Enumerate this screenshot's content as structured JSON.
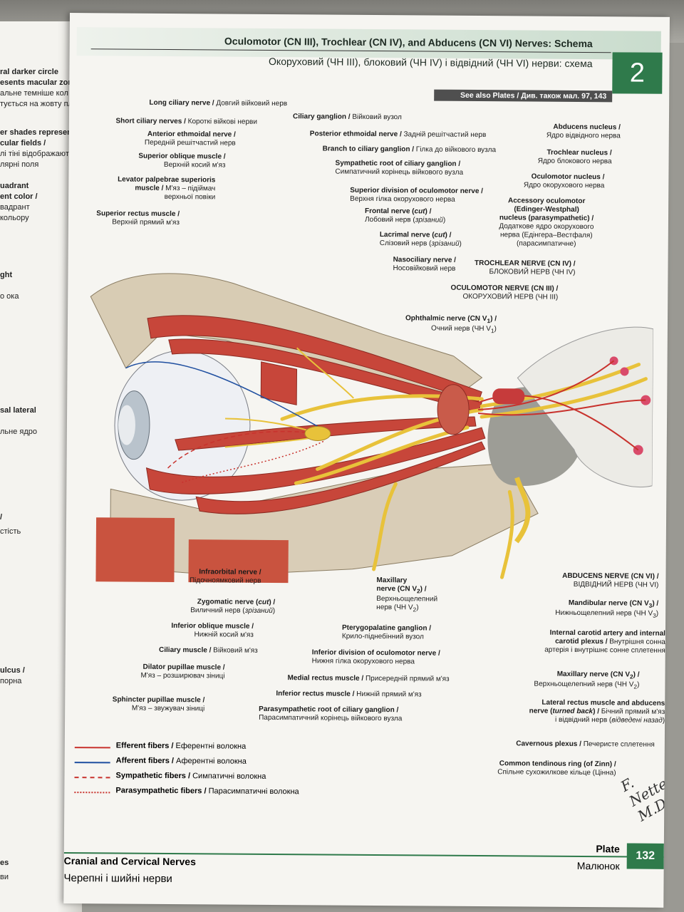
{
  "left_page": {
    "lines": [
      {
        "bold": true,
        "text": "ral darker circle"
      },
      {
        "bold": true,
        "text": "esents macular zone"
      },
      {
        "bold": false,
        "text": "альне темніше кол"
      },
      {
        "bold": false,
        "text": "тується на жовту пля"
      },
      {
        "bold": true,
        "text": "er shades represent"
      },
      {
        "bold": true,
        "text": "cular fields /"
      },
      {
        "bold": false,
        "text": "лі тіні відображають"
      },
      {
        "bold": false,
        "text": "лярні поля"
      },
      {
        "bold": true,
        "text": "uadrant"
      },
      {
        "bold": true,
        "text": "ent color /"
      },
      {
        "bold": false,
        "text": "вадрант"
      },
      {
        "bold": false,
        "text": "кольору"
      },
      {
        "bold": true,
        "text": "ght"
      },
      {
        "bold": false,
        "text": "о ока"
      },
      {
        "bold": true,
        "text": "sal lateral"
      },
      {
        "bold": false,
        "text": "льне ядро"
      },
      {
        "bold": true,
        "text": "/"
      },
      {
        "bold": false,
        "text": "стість"
      },
      {
        "bold": true,
        "text": "ulcus /"
      },
      {
        "bold": false,
        "text": "порна"
      },
      {
        "bold": true,
        "text": "es"
      },
      {
        "bold": false,
        "text": "ви"
      }
    ]
  },
  "header": {
    "title_en": "Oculomotor (CN III), Trochlear (CN IV), and Abducens (CN VI) Nerves: Schema",
    "title_uk": "Окоруховий (ЧН III), блоковий (ЧН IV) і відвідний (ЧН VI) нерви: схема",
    "plate_section": "2",
    "see_also": "See also Plates / Див. також мал. 97, 143"
  },
  "labels": {
    "long_ciliary": {
      "en": "Long ciliary nerve /",
      "uk": "Довгий війковий нерв"
    },
    "ciliary_ganglion": {
      "en": "Ciliary ganglion /",
      "uk": "Війковий вузол"
    },
    "short_ciliary": {
      "en": "Short ciliary nerves /",
      "uk": "Короткі війкові нерви"
    },
    "post_ethmoid": {
      "en": "Posterior ethmoidal nerve /",
      "uk": "Задній решітчастий нерв"
    },
    "ant_ethmoid": {
      "en": "Anterior ethmoidal nerve /",
      "uk": "Передній решітчастий нерв"
    },
    "branch_ciliary": {
      "en": "Branch to ciliary ganglion /",
      "uk": "Гілка до війкового вузла"
    },
    "sup_oblique": {
      "en": "Superior oblique muscle /",
      "uk": "Верхній косий м'яз"
    },
    "symp_root": {
      "en": "Sympathetic root of ciliary ganglion /",
      "uk": "Симпатичний корінець війкового вузла"
    },
    "levator_1": "Levator palpebrae superioris",
    "levator_2_en": "muscle /",
    "levator_2_uk": "М'яз – підіймач",
    "levator_3": "верхньої повіки",
    "sup_division": {
      "en": "Superior division of oculomotor nerve /",
      "uk": "Верхня гілка окорухового нерва"
    },
    "frontal": {
      "en": "Frontal nerve (",
      "en_it": "cut",
      "en_end": ") /",
      "uk": "Лобовий нерв (",
      "uk_it": "зрізаний",
      "uk_end": ")"
    },
    "sup_rectus": {
      "en": "Superior rectus muscle /",
      "uk": "Верхній прямий м'яз"
    },
    "lacrimal": {
      "en": "Lacrimal nerve (",
      "en_it": "cut",
      "en_end": ") /",
      "uk": "Слізовий нерв (",
      "uk_it": "зрізаний",
      "uk_end": ")"
    },
    "nasociliary": {
      "en": "Nasociliary nerve /",
      "uk": "Носовійковий нерв"
    },
    "abducens_nuc": {
      "en": "Abducens nucleus /",
      "uk": "Ядро відвідного нерва"
    },
    "trochlear_nuc": {
      "en": "Trochlear nucleus /",
      "uk": "Ядро блокового нерва"
    },
    "oculomotor_nuc": {
      "en": "Oculomotor nucleus /",
      "uk": "Ядро окорухового нерва"
    },
    "accessory_1": "Accessory oculomotor",
    "accessory_2": "(Edinger-Westphal)",
    "accessory_3": "nucleus (parasympathetic) /",
    "accessory_4": "Додаткове ядро окорухового",
    "accessory_5": "нерва (Едінгера–Вестфаля)",
    "accessory_6": "(парасимпатичне)",
    "trochlear_nerve": {
      "en": "TROCHLEAR NERVE (CN IV) /",
      "uk": "БЛОКОВИЙ НЕРВ (ЧН IV)"
    },
    "oculomotor_nerve": {
      "en": "OCULOMOTOR NERVE (CN III) /",
      "uk": "ОКОРУХОВИЙ НЕРВ (ЧН III)"
    },
    "ophthalmic": {
      "en": "Ophthalmic nerve (CN V",
      "sub": "1",
      "en_end": ") /",
      "uk": "Очний нерв (ЧН V",
      "uk_sub": "1",
      "uk_end": ")"
    },
    "infraorbital": {
      "en": "Infraorbital nerve /",
      "uk": "Підочноямковий нерв"
    },
    "maxillary_1": "Maxillary",
    "maxillary_2": "nerve (CN V",
    "maxillary_2_sub": "2",
    "maxillary_2_end": ") /",
    "maxillary_3": "Верхньощелепний",
    "maxillary_4": "нерв (ЧН V",
    "maxillary_4_sub": "2",
    "maxillary_4_end": ")",
    "abducens_nerve": {
      "en": "ABDUCENS NERVE (CN VI) /",
      "uk": "ВІДВІДНИЙ НЕРВ (ЧН VI)"
    },
    "zygomatic": {
      "en": "Zygomatic nerve (",
      "en_it": "cut",
      "en_end": ") /",
      "uk": "Виличний нерв (",
      "uk_it": "зрізаний",
      "uk_end": ")"
    },
    "mandibular": {
      "en": "Mandibular nerve (CN V",
      "sub": "3",
      "en_end": ") /",
      "uk": "Нижньощелепний нерв (ЧН V",
      "uk_sub": "3",
      "uk_end": ")"
    },
    "inf_oblique": {
      "en": "Inferior oblique muscle /",
      "uk": "Нижній косий м'яз"
    },
    "pterygopalatine": {
      "en": "Pterygopalatine ganglion /",
      "uk": "Крило-піднебінний вузол"
    },
    "internal_carotid_1": "Internal carotid artery and internal",
    "internal_carotid_2_en": "carotid plexus /",
    "internal_carotid_2_uk": "Внутрішня сонна",
    "internal_carotid_3": "артерія і внутрішнє сонне сплетення",
    "ciliary_muscle": {
      "en": "Ciliary muscle /",
      "uk": "Війковий м'яз"
    },
    "inf_division": {
      "en": "Inferior division of oculomotor nerve /",
      "uk": "Нижня гілка окорухового нерва"
    },
    "dilator": {
      "en": "Dilator pupillae muscle /",
      "uk": "М'яз – розширювач зіниці"
    },
    "medial_rectus": {
      "en": "Medial rectus muscle /",
      "uk": "Присередній прямий м'яз"
    },
    "maxillary_v2": {
      "en": "Maxillary nerve (CN V",
      "sub": "2",
      "en_end": ") /",
      "uk": "Верхньощелепний нерв (ЧН V",
      "uk_sub": "2",
      "uk_end": ")"
    },
    "inf_rectus": {
      "en": "Inferior rectus muscle /",
      "uk": "Нижній прямий м'яз"
    },
    "sphincter": {
      "en": "Sphincter pupillae muscle /",
      "uk": "М'яз – звужувач зіниці"
    },
    "lateral_rectus_1": "Lateral rectus muscle and abducens",
    "lateral_rectus_2_en": "nerve (",
    "lateral_rectus_2_it": "turned back",
    "lateral_rectus_2_end": ") /",
    "lateral_rectus_2_uk": "Бічний прямий м'яз",
    "lateral_rectus_3": "і відвідний нерв (",
    "lateral_rectus_3_it": "відведені назад",
    "lateral_rectus_3_end": ")",
    "parasymp_root": {
      "en": "Parasympathetic root of ciliary ganglion /",
      "uk": "Парасимпатичний корінець війкового вузла"
    },
    "cavernous": {
      "en": "Cavernous plexus /",
      "uk": "Печеристе сплетення"
    },
    "common_ring": {
      "en": "Common tendinous ring (of Zinn) /",
      "uk": "Спільне сухожилкове кільце (Цінна)"
    }
  },
  "legend": [
    {
      "en": "Efferent fibers /",
      "uk": "Еферентні волокна",
      "color": "#c8322d",
      "style": "solid"
    },
    {
      "en": "Afferent fibers /",
      "uk": "Аферентні волокна",
      "color": "#1f4fa0",
      "style": "solid"
    },
    {
      "en": "Sympathetic fibers /",
      "uk": "Симпатичні волокна",
      "color": "#c8322d",
      "style": "dashed"
    },
    {
      "en": "Parasympathetic fibers /",
      "uk": "Парасимпатичні волокна",
      "color": "#c8322d",
      "style": "dotted"
    }
  ],
  "signature": "F. Netter M.D.",
  "footer": {
    "section_en": "Cranial and Cervical Nerves",
    "section_uk": "Черепні і шийні нерви",
    "plate_en": "Plate",
    "plate_uk": "Малюнок",
    "plate_number": "132"
  },
  "colors": {
    "accent_green": "#2f7a4b",
    "nerve_yellow": "#e8c23a",
    "muscle_red": "#c8443a"
  }
}
